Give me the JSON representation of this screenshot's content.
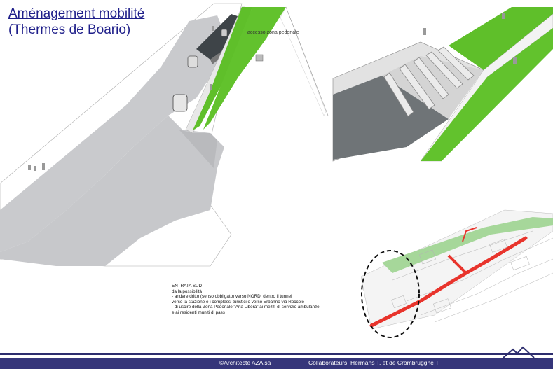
{
  "title": {
    "line1": "Aménagement mobilité",
    "line2": "(Thermes de Boario)"
  },
  "annotation": "accesso zona pedonale",
  "description": [
    "ENTRATA SUD",
    "da la possibilità",
    "- andare dritto (senso obbligato) verso NORD, dentro il tunnel",
    "verso la stazione e i complessi turistici  o verso Erbanno via Roccole",
    "- di uscire della Zona Pedonale \"Aria Libera\" ai mezzi di servizio ambulanze",
    "e ai residenti muniti di pass"
  ],
  "footer": {
    "copyright": "©Architecte  AZA sa",
    "collaborators": "Collaborateurs: Hermans T. et de Crombrugghe T."
  },
  "colors": {
    "title": "#1f1f8a",
    "footer": "#35357a",
    "road": "#c8c9cc",
    "grass": "#5fbf2a",
    "route": "#e8342c"
  }
}
